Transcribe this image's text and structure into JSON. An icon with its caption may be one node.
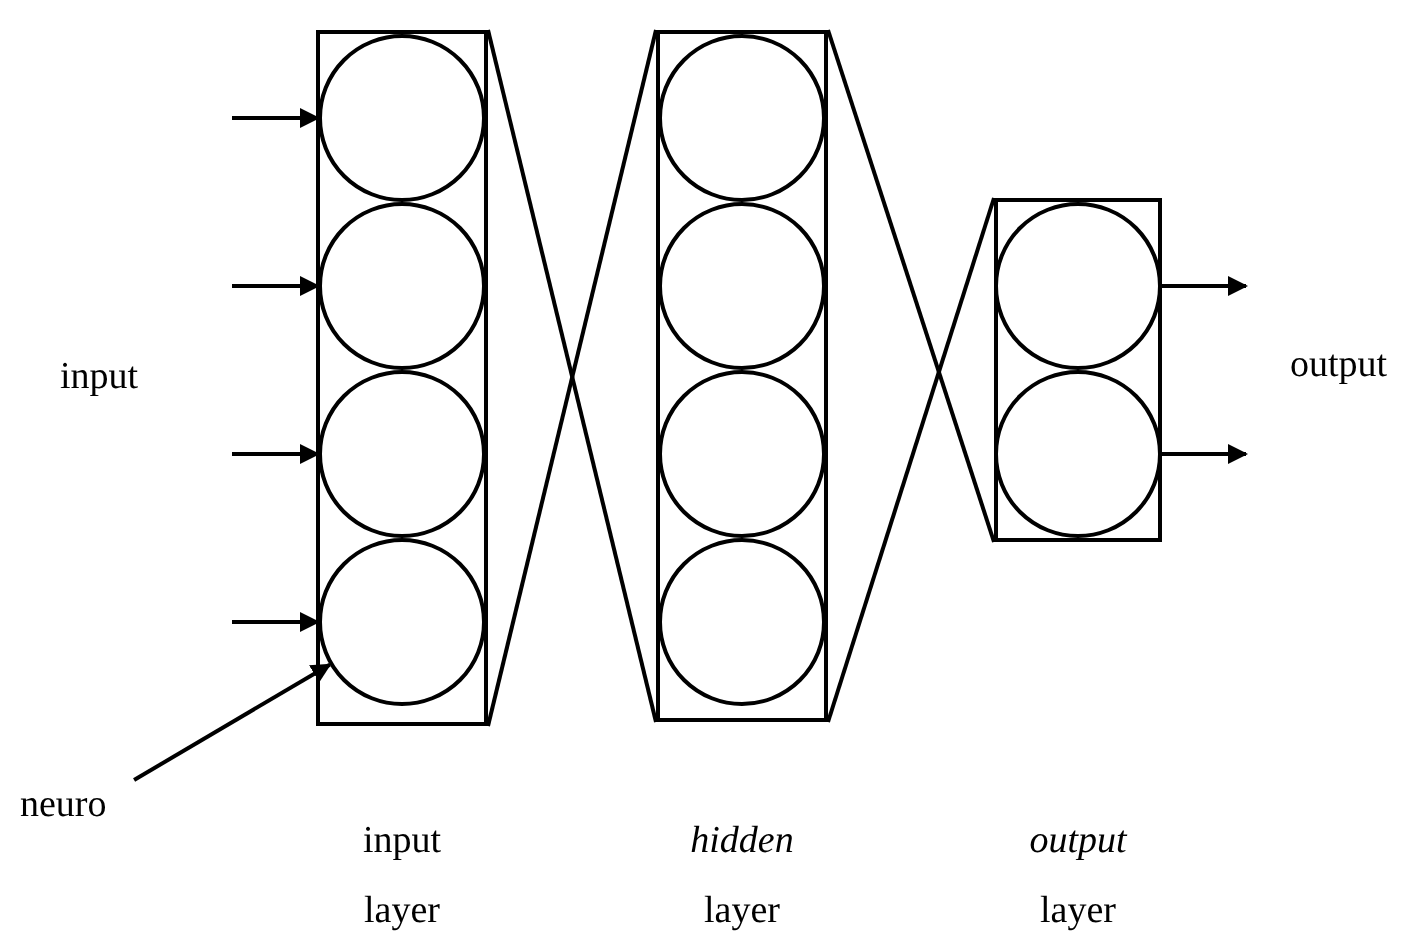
{
  "diagram": {
    "nodes": [
      {
        "text": [],
        "shape": "box"
      },
      {
        "text": [],
        "shape": "circle",
        "in": 0
      },
      {
        "text": [],
        "shape": "circle",
        "in": 0
      },
      {
        "text": [],
        "shape": "circle",
        "in": 0
      },
      {
        "text": [],
        "shape": "circle",
        "in": 0
      },
      {
        "text": [],
        "shape": "box"
      },
      {
        "text": [],
        "shape": "circle",
        "in": 5
      },
      {
        "text": [],
        "shape": "circle",
        "in": 5
      },
      {
        "text": [],
        "shape": "circle",
        "in": 5
      },
      {
        "text": [],
        "shape": "circle",
        "in": 5
      },
      {
        "text": [],
        "shape": "box"
      },
      {
        "text": [],
        "shape": "circle",
        "in": 10
      },
      {
        "text": [],
        "shape": "circle",
        "in": 10
      },
      {
        "text": [
          "neuro"
        ]
      }
    ],
    "edges": [
      {
        "from": null,
        "to": 1,
        "arrow": "to"
      },
      {
        "from": null,
        "to": 2,
        "arrow": "to"
      },
      {
        "from": null,
        "to": 3,
        "arrow": "to"
      },
      {
        "from": null,
        "to": 4,
        "arrow": "to"
      },
      {
        "from": 0,
        "to": 5,
        "arrow": "none"
      },
      {
        "from": 0,
        "to": 5,
        "arrow": "none"
      },
      {
        "from": 5,
        "to": 10,
        "arrow": "none"
      },
      {
        "from": 5,
        "to": 10,
        "arrow": "none"
      },
      {
        "from": 11,
        "to": null,
        "arrow": "to"
      },
      {
        "from": 12,
        "to": null,
        "arrow": "to"
      },
      {
        "from": 13,
        "to": 4,
        "arrow": "to"
      }
    ],
    "labels": [
      "input",
      "output",
      "input layer",
      "*hidden* layer",
      "*output* layer"
    ]
  }
}
